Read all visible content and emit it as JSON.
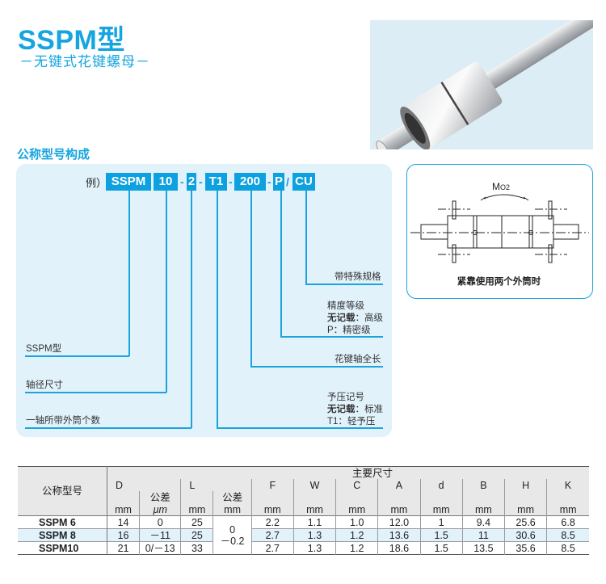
{
  "header": {
    "title": "SSPM型",
    "subtitle": "－无键式花键螺母－"
  },
  "section": {
    "title": "公称型号构成"
  },
  "code_example": {
    "prefix": "例）",
    "segments": [
      "SSPM",
      "10",
      "2",
      "T1",
      "200",
      "P",
      "CU"
    ],
    "separators": [
      "-",
      "-",
      "-",
      "-",
      "/"
    ],
    "descriptions": {
      "cu": "带特殊规格",
      "p_title": "精度等级",
      "p_line1_bold": "无记载",
      "p_line1": "：高级",
      "p_line2": "P：精密级",
      "length": "花键轴全长",
      "t1_title": "予压记号",
      "t1_line1_bold": "无记载",
      "t1_line1": "：标准",
      "t1_line2": "T1：轻予压",
      "sspm": "SSPM型",
      "shaft": "轴径尺寸",
      "count": "一轴所带外筒个数"
    }
  },
  "figure": {
    "moment_label": "M",
    "moment_sub": "O2",
    "caption": "紧靠使用两个外筒时"
  },
  "table": {
    "model_header": "公称型号",
    "group_header": "主要尺寸",
    "col_D": "D",
    "col_L": "L",
    "tol_label": "公差",
    "unit_um": "μm",
    "unit_mm": "mm",
    "cols": [
      "F",
      "W",
      "C",
      "A",
      "d",
      "B",
      "H",
      "K"
    ],
    "rows": [
      {
        "model": "SSPM  6",
        "D": "14",
        "D_tol": "0",
        "L": "25",
        "F": "2.2",
        "W": "1.1",
        "C": "1.0",
        "A": "12.0",
        "d": "1",
        "B": "9.4",
        "H": "25.6",
        "K": "6.8"
      },
      {
        "model": "SSPM  8",
        "D": "16",
        "D_tol": "－11",
        "L": "25",
        "F": "2.7",
        "W": "1.3",
        "C": "1.2",
        "A": "13.6",
        "d": "1.5",
        "B": "11",
        "H": "30.6",
        "K": "8.5"
      },
      {
        "model": "SSPM10",
        "D": "21",
        "D_tol": "0/－13",
        "L": "33",
        "F": "2.7",
        "W": "1.3",
        "C": "1.2",
        "A": "18.6",
        "d": "1.5",
        "B": "13.5",
        "H": "35.6",
        "K": "8.5"
      }
    ],
    "L_tol_top": "0",
    "L_tol_bottom": "－0.2"
  },
  "colors": {
    "accent": "#16a5e0",
    "panel": "#e1f2fb",
    "header_bg": "#e8e8e8"
  }
}
